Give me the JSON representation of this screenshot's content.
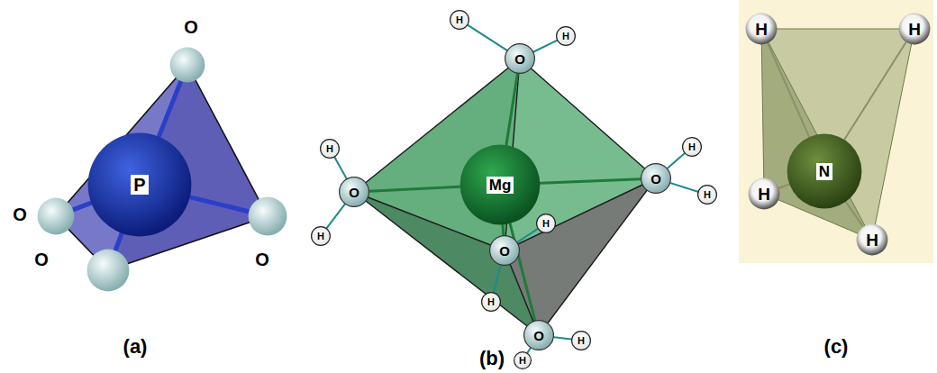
{
  "diagram": {
    "nodes": [
      {
        "text": [
          "P"
        ]
      },
      {
        "text": [
          "O"
        ]
      },
      {
        "text": [
          "O"
        ]
      },
      {
        "text": [
          "O"
        ]
      },
      {
        "text": [
          "O"
        ]
      },
      {
        "text": [
          "Mg"
        ]
      },
      {
        "text": [
          "O"
        ]
      },
      {
        "text": [
          "H"
        ]
      },
      {
        "text": [
          "H"
        ]
      },
      {
        "text": [
          "O"
        ]
      },
      {
        "text": [
          "H"
        ]
      },
      {
        "text": [
          "H"
        ]
      },
      {
        "text": [
          "O"
        ]
      },
      {
        "text": [
          "H"
        ]
      },
      {
        "text": [
          "H"
        ]
      },
      {
        "text": [
          "O"
        ]
      },
      {
        "text": [
          "H"
        ]
      },
      {
        "text": [
          "H"
        ]
      },
      {
        "text": [
          "O"
        ]
      },
      {
        "text": [
          "H"
        ]
      },
      {
        "text": [
          "H"
        ]
      },
      {
        "text": [
          "N"
        ]
      },
      {
        "text": [
          "H"
        ]
      },
      {
        "text": [
          "H"
        ]
      },
      {
        "text": [
          "H"
        ]
      },
      {
        "text": [
          "H"
        ]
      }
    ],
    "edges": [
      {
        "from": 0,
        "to": 1,
        "arrow": "none"
      },
      {
        "from": 0,
        "to": 2,
        "arrow": "none"
      },
      {
        "from": 0,
        "to": 3,
        "arrow": "none"
      },
      {
        "from": 0,
        "to": 4,
        "arrow": "none"
      },
      {
        "from": 5,
        "to": 6,
        "arrow": "none"
      },
      {
        "from": 5,
        "to": 9,
        "arrow": "none"
      },
      {
        "from": 5,
        "to": 12,
        "arrow": "none"
      },
      {
        "from": 5,
        "to": 15,
        "arrow": "none"
      },
      {
        "from": 5,
        "to": 18,
        "arrow": "none"
      },
      {
        "from": 6,
        "to": 7,
        "arrow": "none"
      },
      {
        "from": 6,
        "to": 8,
        "arrow": "none"
      },
      {
        "from": 9,
        "to": 10,
        "arrow": "none"
      },
      {
        "from": 9,
        "to": 11,
        "arrow": "none"
      },
      {
        "from": 12,
        "to": 13,
        "arrow": "none"
      },
      {
        "from": 12,
        "to": 14,
        "arrow": "none"
      },
      {
        "from": 15,
        "to": 16,
        "arrow": "none"
      },
      {
        "from": 15,
        "to": 17,
        "arrow": "none"
      },
      {
        "from": 18,
        "to": 19,
        "arrow": "none"
      },
      {
        "from": 18,
        "to": 20,
        "arrow": "none"
      },
      {
        "from": 21,
        "to": 22,
        "arrow": "none"
      },
      {
        "from": 21,
        "to": 23,
        "arrow": "none"
      },
      {
        "from": 21,
        "to": 24,
        "arrow": "none"
      },
      {
        "from": 21,
        "to": 25,
        "arrow": "none"
      }
    ],
    "labels": [
      "(a)",
      "(b)",
      "(c)"
    ]
  }
}
